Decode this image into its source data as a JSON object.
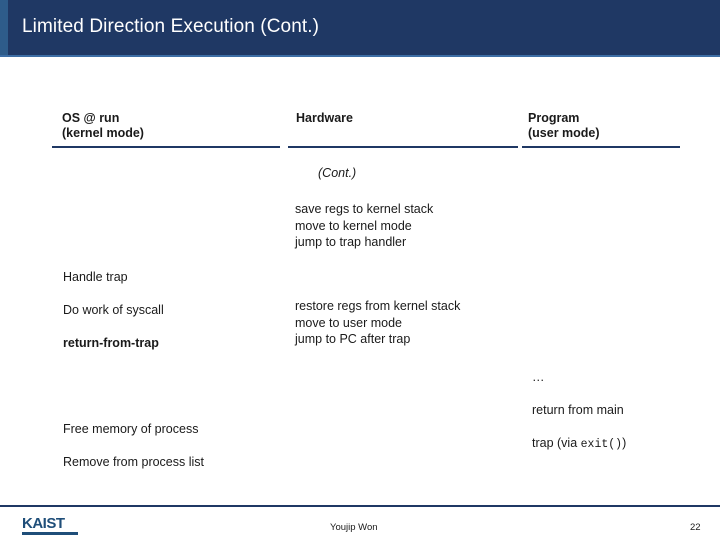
{
  "slide": {
    "title": "Limited Direction Execution (Cont.)",
    "columns": [
      {
        "line1": "OS @ run",
        "line2": "(kernel mode)"
      },
      {
        "line1": "Hardware",
        "line2": ""
      },
      {
        "line1": "Program",
        "line2": "(user mode)"
      }
    ],
    "blocks": {
      "cont_label": "(Cont.)",
      "hw_trap_entry": "save regs to kernel stack\nmove to kernel mode\njump to trap handler",
      "os_handle_trap_line1": "Handle trap",
      "os_handle_trap_line2": "Do work of syscall",
      "os_handle_trap_line3": "return-from-trap",
      "hw_trap_return": "restore regs from kernel stack\nmove to user mode\njump to PC after trap",
      "prog_dots": "…",
      "prog_return_main": "return from main",
      "prog_trap_prefix": "trap (via ",
      "prog_trap_code": "exit()",
      "prog_trap_suffix": ")",
      "os_cleanup_line1": "Free memory of process",
      "os_cleanup_line2": "Remove from process list"
    },
    "footer": {
      "author": "Youjip Won",
      "page_number": "22",
      "logo_text": "KAIST"
    },
    "colors": {
      "title_bar": "#1f3864",
      "title_accent": "#2e5c8a",
      "rule": "#1f3864",
      "logo": "#1f4e79"
    }
  }
}
